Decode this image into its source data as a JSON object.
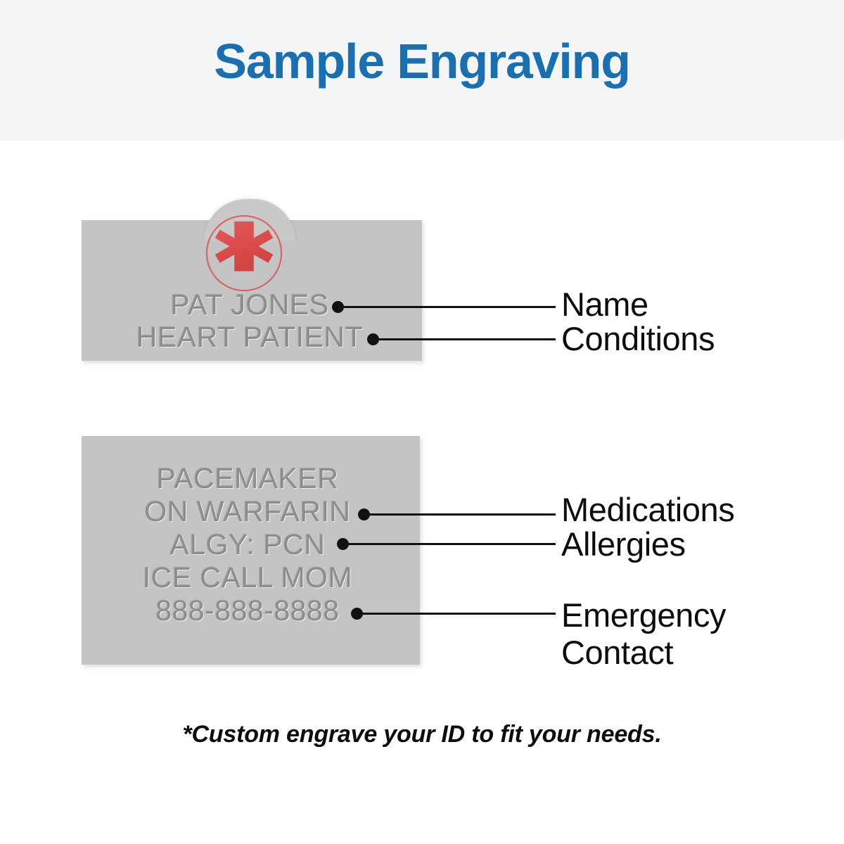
{
  "header": {
    "title": "Sample Engraving",
    "background_color": "#F4F5F7",
    "title_color": "#1B6FAE"
  },
  "tags": [
    {
      "id": "tag-one",
      "plate_color": "#C4C4C4",
      "emblem": {
        "icon_name": "medical-star-of-life-icon",
        "color": "#DC4C4C",
        "ring_color": "#D9534F"
      },
      "lines": [
        "PAT JONES",
        "HEART PATIENT"
      ]
    },
    {
      "id": "tag-two",
      "plate_color": "#C4C4C4",
      "lines": [
        "PACEMAKER",
        "ON WARFARIN",
        "ALGY: PCN",
        "ICE CALL MOM",
        "888-888-8888"
      ]
    }
  ],
  "callouts": [
    {
      "label": "Name",
      "target_line": "PAT JONES"
    },
    {
      "label": "Conditions",
      "target_line": "HEART PATIENT"
    },
    {
      "label": "Medications",
      "target_line": "ON WARFARIN"
    },
    {
      "label": "Allergies",
      "target_line": "ALGY: PCN"
    },
    {
      "label": "Emergency\nContact",
      "target_line": "888-888-8888"
    }
  ],
  "footer": {
    "note": "*Custom engrave your ID to fit your needs."
  },
  "colors": {
    "accent_blue": "#1B6FAE",
    "plate_gray": "#C4C4C4",
    "engraved_text": "#8B8E8F",
    "emblem_red": "#DC4C4C",
    "line_black": "#111111",
    "band_gray": "#F4F5F7"
  }
}
